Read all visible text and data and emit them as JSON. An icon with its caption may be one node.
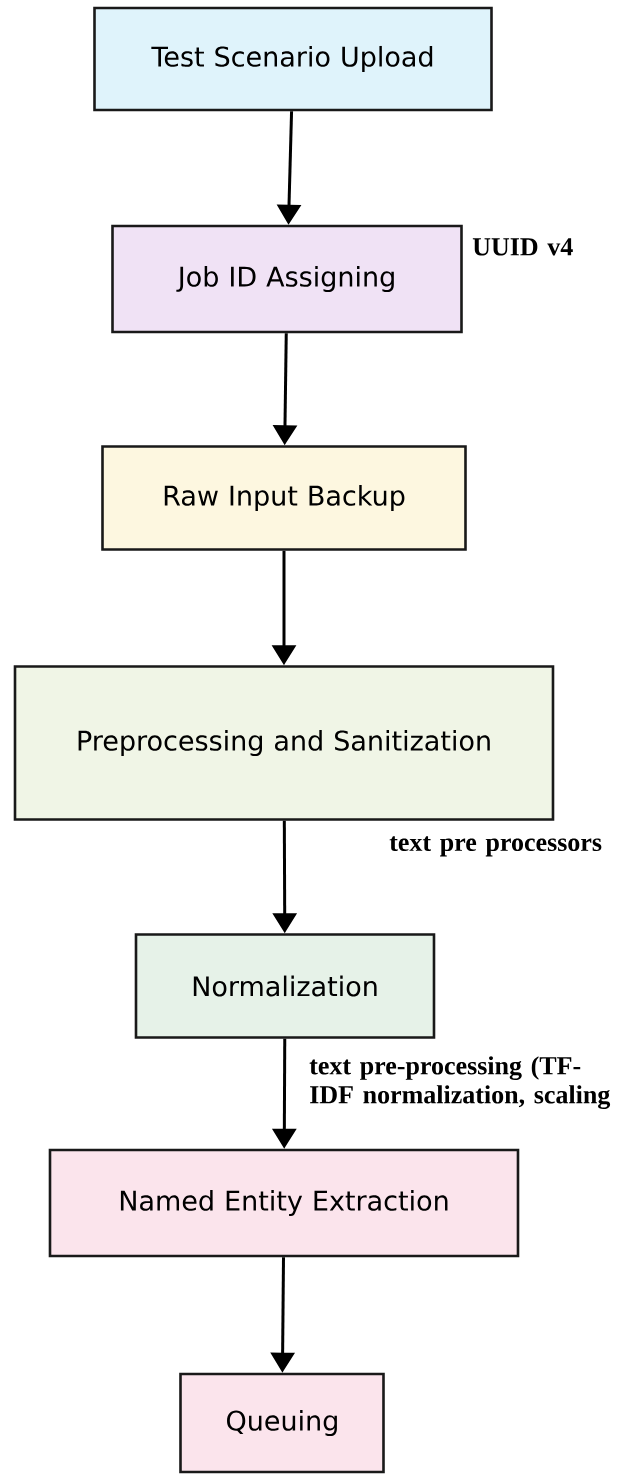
{
  "diagram": {
    "nodes": [
      {
        "text": [
          "Test Scenario Upload"
        ]
      },
      {
        "text": [
          "Job ID Assigning"
        ],
        "beside": [
          "UUID v4"
        ]
      },
      {
        "text": [
          "Raw Input Backup"
        ]
      },
      {
        "text": [
          "Preprocessing and Sanitization"
        ]
      },
      {
        "text": [
          "Normalization"
        ]
      },
      {
        "text": [
          "Named Entity Extraction"
        ]
      },
      {
        "text": [
          "Queuing"
        ]
      }
    ],
    "edges": [
      {
        "from": 0,
        "to": 1,
        "arrow": "to"
      },
      {
        "from": 1,
        "to": 2,
        "arrow": "to"
      },
      {
        "from": 2,
        "to": 3,
        "arrow": "to"
      },
      {
        "from": 3,
        "to": 4,
        "arrow": "to",
        "label": "text pre processors"
      },
      {
        "from": 4,
        "to": 5,
        "arrow": "to",
        "label": "text pre-processing (TF-IDF normalization, scaling"
      },
      {
        "from": 5,
        "to": 6,
        "arrow": "to"
      }
    ]
  }
}
